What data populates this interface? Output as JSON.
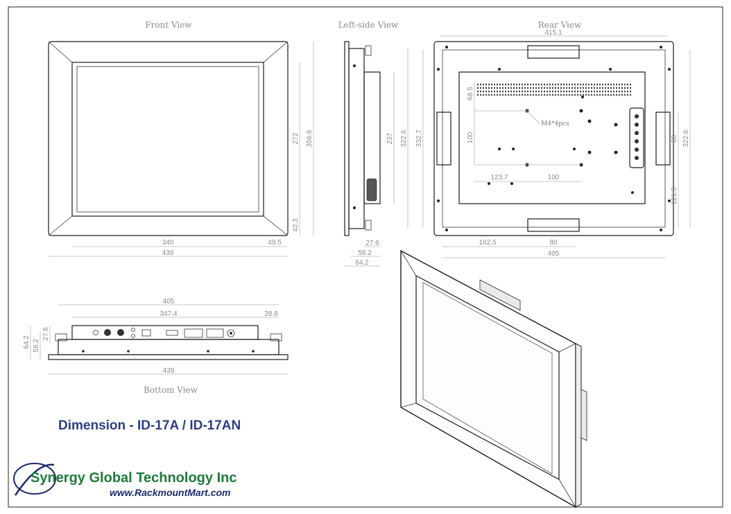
{
  "views": {
    "front": "Front View",
    "left_side": "Left-side View",
    "rear": "Rear View",
    "bottom": "Bottom View"
  },
  "front_dims": {
    "width_inner": "340",
    "width_total": "439",
    "bezel_side": "49.5",
    "height_inner": "272",
    "height_total": "356.6",
    "bezel_bottom": "42.3"
  },
  "side_dims": {
    "height_inner": "237",
    "height_mid": "322.6",
    "depth_1": "27.6",
    "depth_2": "58.2",
    "depth_3": "64.2"
  },
  "rear_dims": {
    "top_width": "415.1",
    "height_total": "332.7",
    "right_height": "322.6",
    "bracket_v": "80",
    "lower_v": "121.3",
    "vesa_h": "100",
    "vesa_v": "100",
    "vesa_x_offset": "123.7",
    "upper_offset": "68.5",
    "screw_note": "M4*4pcs",
    "bracket_offset": "162.5",
    "bracket_h": "80",
    "bottom_width": "405"
  },
  "bottom_dims": {
    "width_1": "405",
    "width_2": "347.4",
    "offset_right": "28.8",
    "width_total": "439",
    "depth_1": "64.2",
    "depth_2": "58.2",
    "depth_3": "27.6"
  },
  "heading": "Dimension  -  ID-17A / ID-17AN",
  "logo": {
    "name": "Synergy Global Technology Inc",
    "url": "www.RackmountMart.com"
  },
  "colors": {
    "heading": "#2c3e86",
    "logo_green": "#1f7a3a",
    "logo_blue": "#1a2a6c"
  }
}
